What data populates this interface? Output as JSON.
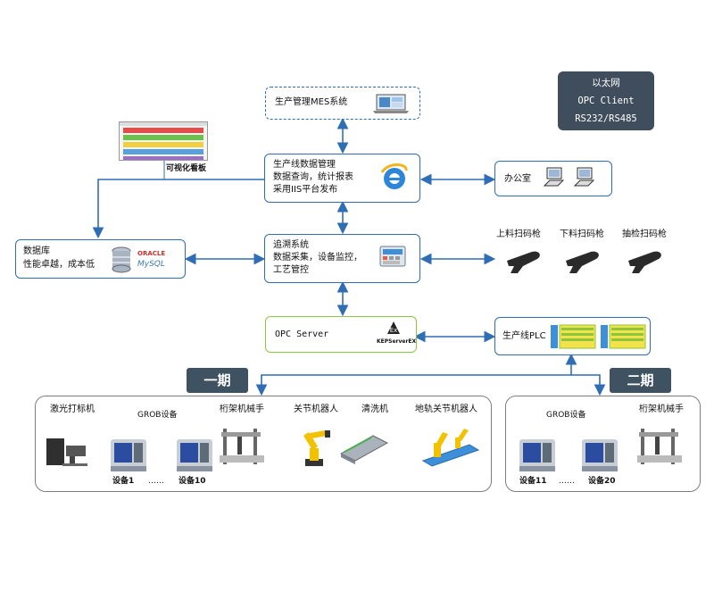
{
  "legend": {
    "line1": "以太网",
    "line2": "OPC Client",
    "line3": "RS232/RS485"
  },
  "mes": {
    "label": "生产管理MES系统"
  },
  "dashboard": {
    "label": "可视化看板"
  },
  "data_mgmt": {
    "line1": "生产线数据管理",
    "line2": "数据查询，统计报表",
    "line3": "采用IIS平台发布"
  },
  "office": {
    "label": "办公室"
  },
  "database": {
    "line1": "数据库",
    "line2": "性能卓越，成本低",
    "logo1": "ORACLE",
    "logo2": "MySQL"
  },
  "trace": {
    "line1": "追溯系统",
    "line2": "数据采集，设备监控，",
    "line3": "工艺管控"
  },
  "scanners": {
    "label1": "上料扫码枪",
    "label2": "下料扫码枪",
    "label3": "抽检扫码枪"
  },
  "opc": {
    "label": "OPC Server",
    "logo": "KEPServerEX"
  },
  "plc": {
    "label": "生产线PLC"
  },
  "phase1": {
    "title": "一期",
    "laser": "激光打标机",
    "grob": "GROB设备",
    "gantry": "桁架机械手",
    "joint_robot": "关节机器人",
    "washer": "清洗机",
    "rail_robot": "地轨关节机器人",
    "dev_first": "设备1",
    "dots": "……",
    "dev_last": "设备10"
  },
  "phase2": {
    "title": "二期",
    "grob": "GROB设备",
    "gantry": "桁架机械手",
    "dev_first": "设备11",
    "dots": "……",
    "dev_last": "设备20"
  },
  "colors": {
    "link": "#2f6db5",
    "legend_bg": "#3f4d5c",
    "phase_bg": "#3f5262",
    "plc_green": "#8cc63f",
    "plc_blue": "#3c8fd8"
  }
}
